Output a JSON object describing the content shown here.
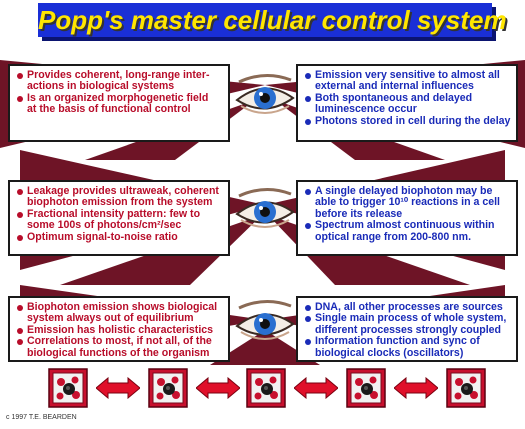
{
  "title": "Popp's master cellular control system",
  "colors": {
    "maroon": "#6e1426",
    "red_text": "#b80d2a",
    "blue_text": "#1a2bb8",
    "title_bg": "#1a2fd6",
    "title_fg": "#ffe600"
  },
  "rows": [
    {
      "left": [
        "Provides coherent, long-range inter-",
        "actions in biological systems",
        "Is an organized morphogenetic field",
        "at the basis of functional control"
      ],
      "right": [
        "Emission very sensitive to almost all",
        "external and internal influences",
        "Both spontaneous and delayed",
        "luminescence occur",
        "Photons stored in cell during the delay"
      ]
    },
    {
      "left": [
        "Leakage provides ultraweak, coherent",
        "biophoton emission from the system",
        "Fractional intensity pattern: few to",
        "some 100s of photons/cm²/sec",
        "Optimum signal-to-noise ratio"
      ],
      "right": [
        "A single delayed biophoton may be",
        "able to trigger 10¹⁰ reactions in a cell",
        "before its release",
        "Spectrum almost continuous within",
        "optical range from 200-800 nm."
      ]
    },
    {
      "left": [
        "Biophoton emission shows biological",
        "system always out of equilibrium",
        "Emission has holistic characteristics",
        "Correlations to most, if not all, of the",
        "biological functions of the organism"
      ],
      "right": [
        "DNA, all other processes are sources",
        "Single main process of whole system,",
        "different processes strongly coupled",
        "Information function and sync of",
        "biological clocks (oscillators)"
      ]
    }
  ],
  "copyright": "c  1997 T.E. BEARDEN"
}
